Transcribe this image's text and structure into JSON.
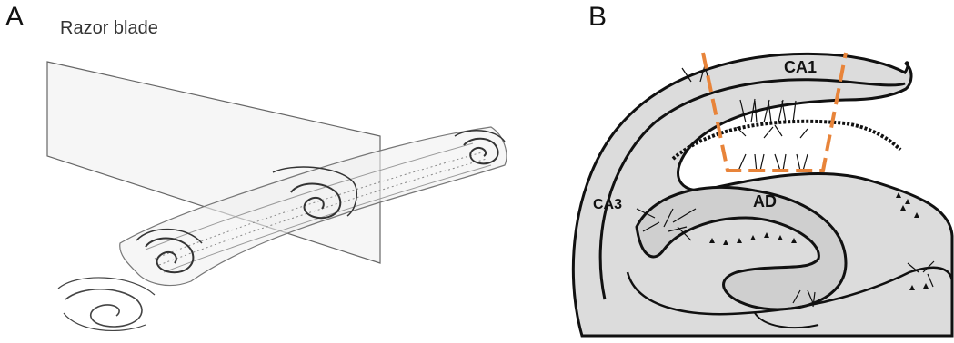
{
  "panel_a": {
    "letter": "A",
    "razor_label": "Razor blade"
  },
  "panel_b": {
    "letter": "B",
    "labels": {
      "ca1": "CA1",
      "ca3": "CA3",
      "ad": "AD"
    },
    "highlight_color": "#e8843a"
  }
}
